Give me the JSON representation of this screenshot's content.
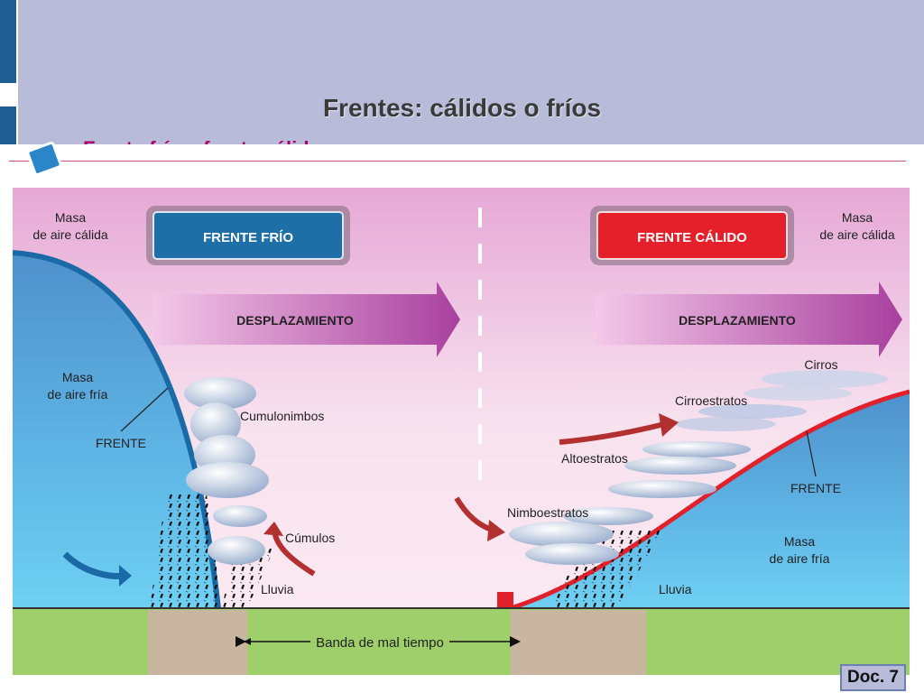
{
  "slide": {
    "title": "Frentes: cálidos o fríos",
    "subtitle": "Frente frío y frente cálido",
    "doc_badge": "Doc. 7"
  },
  "diagram": {
    "cold_front": {
      "title": "FRENTE FRÍO",
      "warm_mass": [
        "Masa",
        "de aire cálida"
      ],
      "cold_mass": [
        "Masa",
        "de aire fría"
      ],
      "front_label": "FRENTE",
      "arrow_label": "DESPLAZAMIENTO",
      "clouds": [
        "Cumulonimbos",
        "Cúmulos"
      ],
      "rain": "Lluvia"
    },
    "warm_front": {
      "title": "FRENTE CÁLIDO",
      "warm_mass": [
        "Masa",
        "de aire cálida"
      ],
      "cold_mass": [
        "Masa",
        "de aire fría"
      ],
      "front_label": "FRENTE",
      "arrow_label": "DESPLAZAMIENTO",
      "clouds": [
        "Cirros",
        "Cirroestratos",
        "Altoestratos",
        "Nimboestratos"
      ],
      "rain": "Lluvia"
    },
    "band_label": "Banda de mal tiempo",
    "colors": {
      "cold_title_box": "#1e6fa8",
      "warm_title_box": "#e5202a",
      "warm_front_line": "#e0202a",
      "cold_front_line": "#1b6aa8",
      "arrow": "#b04aa8",
      "ground": "#9fcf6a",
      "band": "#c8b6a0"
    }
  }
}
